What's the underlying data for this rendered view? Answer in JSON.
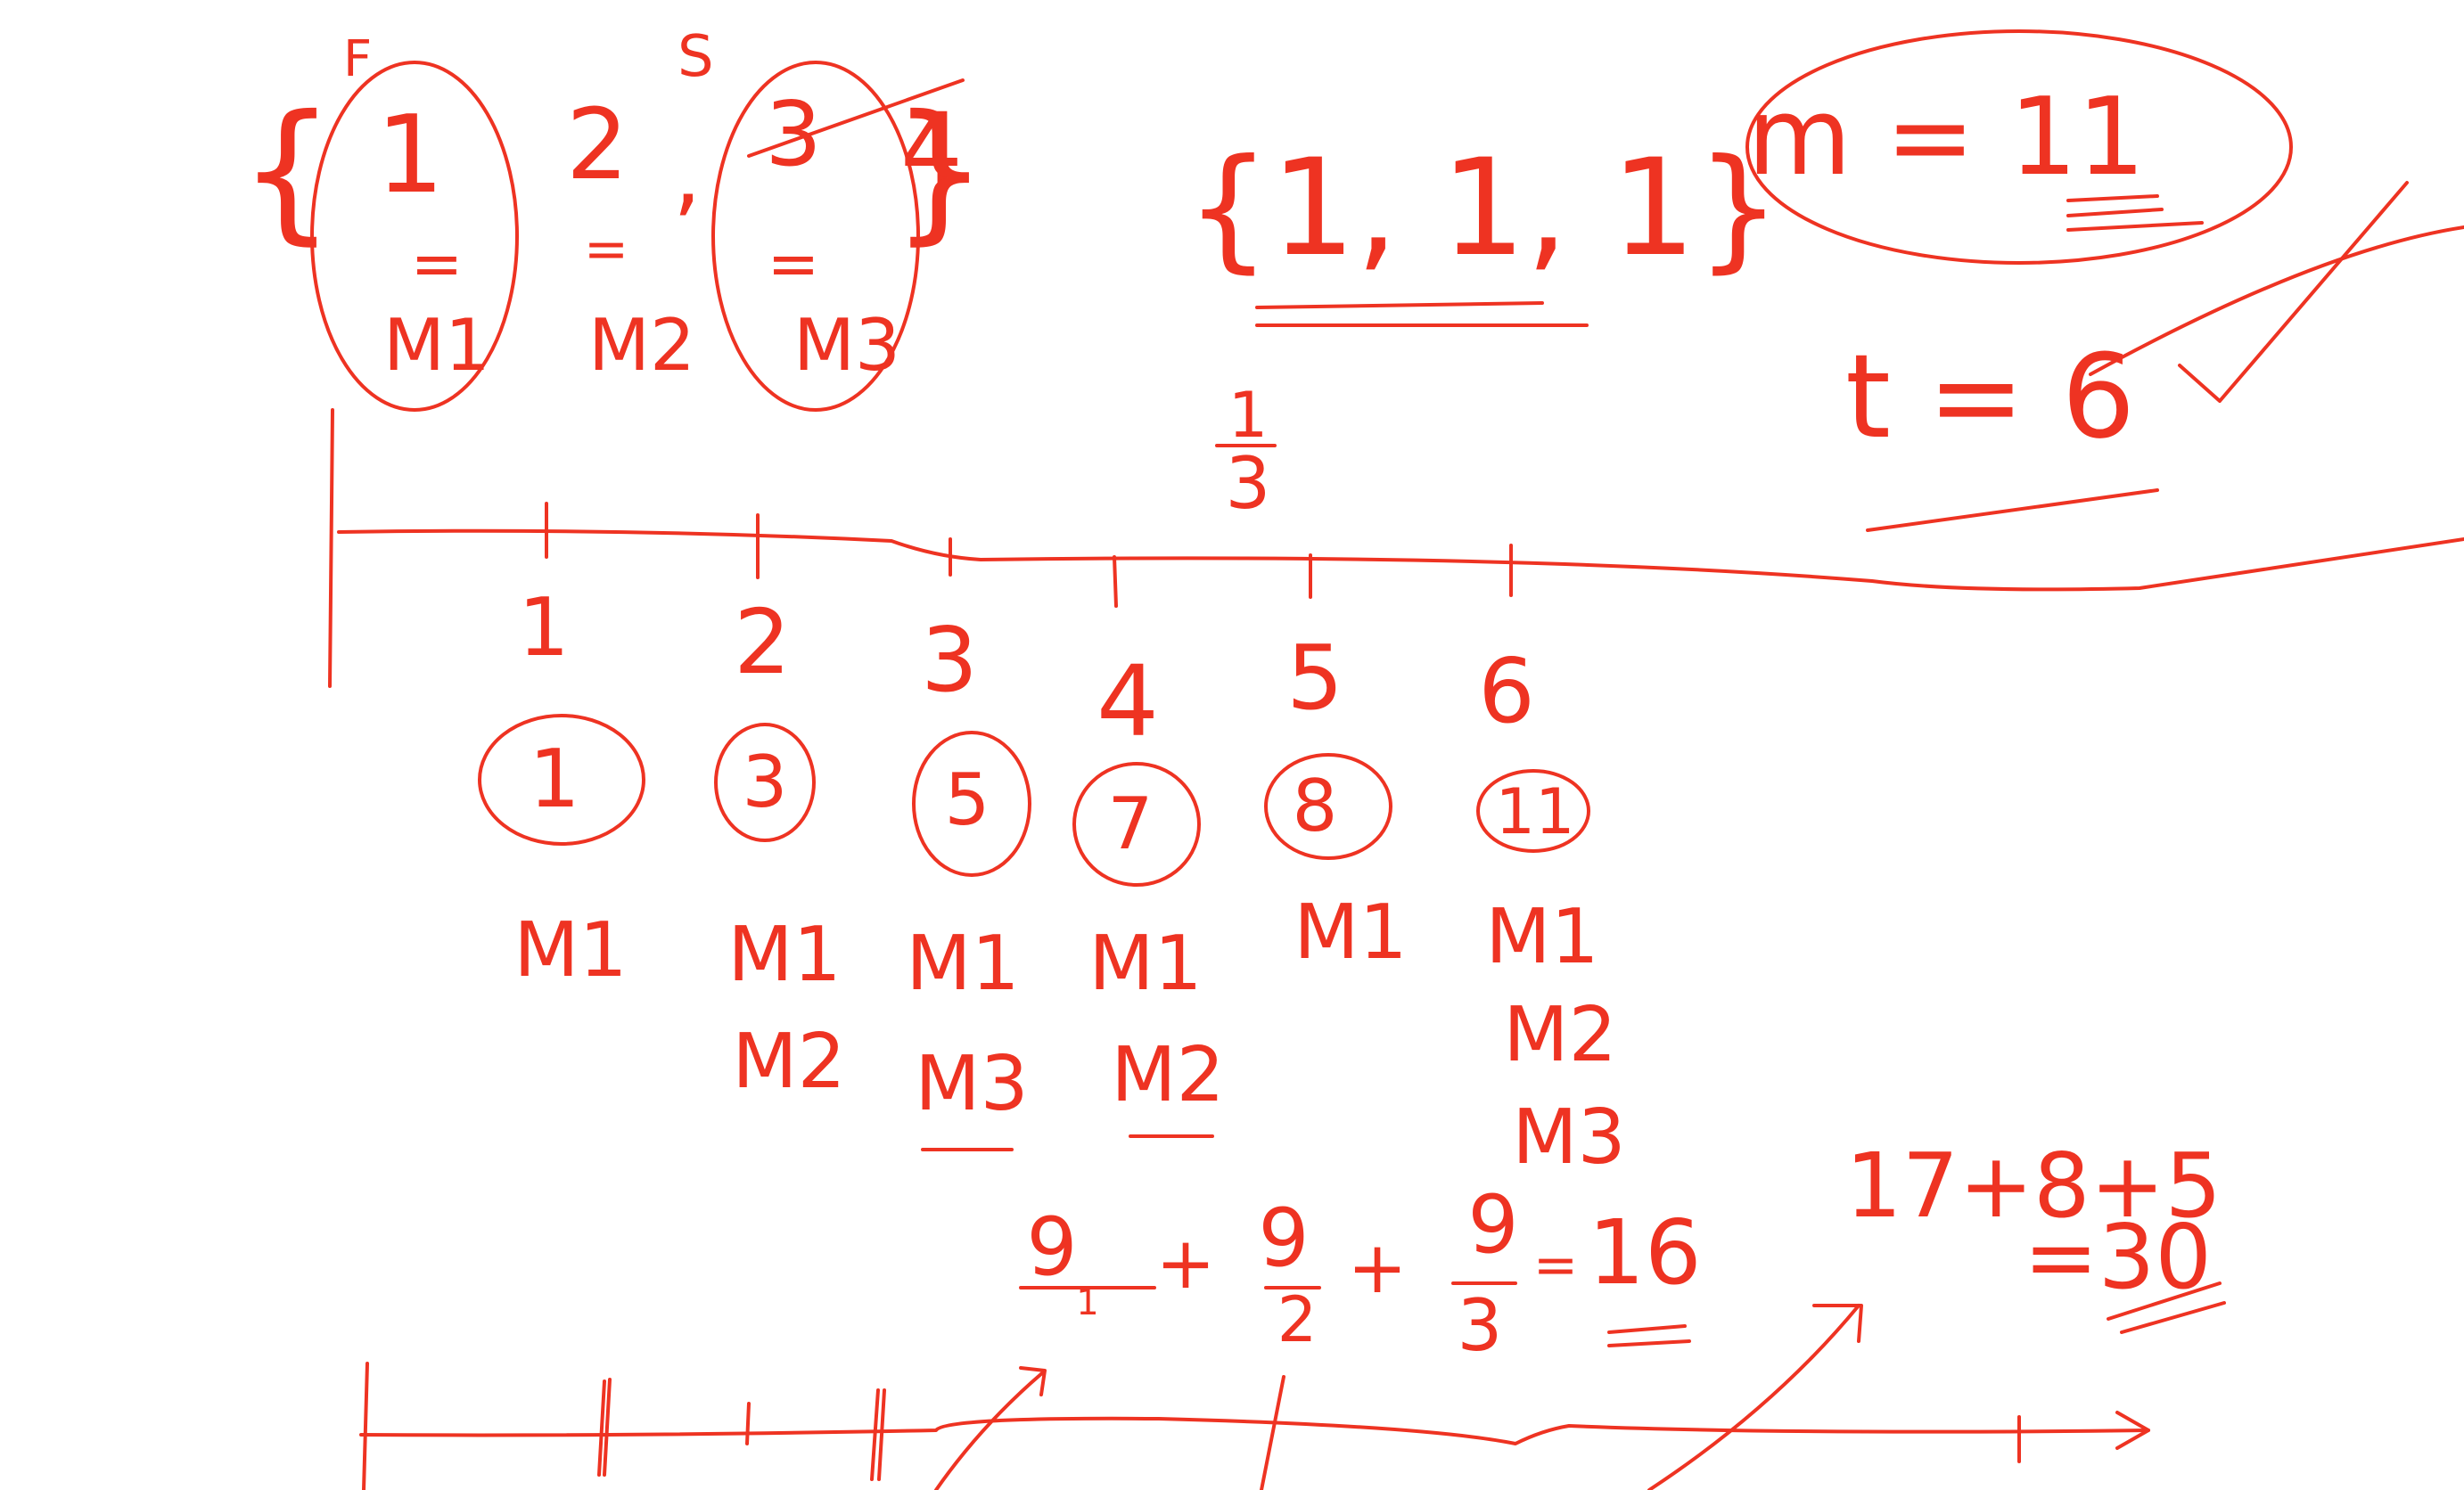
{
  "colors": {
    "ink": "#ee3322",
    "background": "#ffffff"
  },
  "groups": {
    "set_label": "S",
    "num_1": "1",
    "num_2": "2",
    "num_3": "3",
    "num_4": "4",
    "sup_f": "F",
    "sup_s": "S",
    "eq": "=",
    "m1": "M1",
    "m2": "M2",
    "m3": "M3"
  },
  "ones_set": {
    "text": "{1, 1, 1}",
    "fraction_num": "1",
    "fraction_den": "3"
  },
  "m_box": {
    "text": "m = 11"
  },
  "t_value": {
    "text": "t = 6"
  },
  "timeline": {
    "ticks": [
      {
        "label": "1",
        "value": "1",
        "machines": [
          "M1"
        ]
      },
      {
        "label": "2",
        "value": "3",
        "machines": [
          "M1",
          "M2"
        ]
      },
      {
        "label": "3",
        "value": "5",
        "machines": [
          "M1",
          "M3"
        ]
      },
      {
        "label": "4",
        "value": "7",
        "machines": [
          "M1",
          "M2"
        ]
      },
      {
        "label": "5",
        "value": "8",
        "machines": [
          "M1"
        ]
      },
      {
        "label": "6",
        "value": "11",
        "machines": [
          "M1",
          "M2",
          "M3"
        ]
      }
    ]
  },
  "sum_expr": {
    "f1_num": "9",
    "f1_den": "1",
    "plus": "+",
    "f2_num": "9",
    "f2_den": "2",
    "f3_num": "9",
    "f3_den": "3",
    "equals": "=",
    "result": "16"
  },
  "total_expr": {
    "line1": "17+8+5",
    "line2": "=30"
  }
}
